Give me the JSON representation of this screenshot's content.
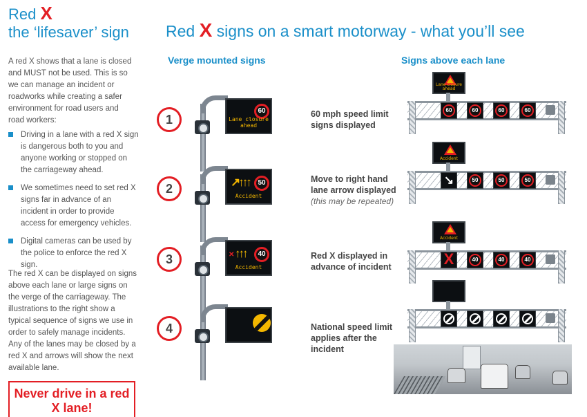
{
  "left": {
    "title_red": "Red",
    "title_x": "X",
    "title_line2": "the ‘lifesaver’ sign",
    "intro": "A red X shows that a lane is closed and MUST not be used. This is so we can manage an incident or roadworks while creating a safer environment for road users and road workers:",
    "bullets": [
      "Driving in a lane with a red X sign is dangerous both to you and anyone working or stopped on the carriageway ahead.",
      "We sometimes need to set red X signs far in advance of an incident in order to provide access for emergency vehicles.",
      "Digital cameras can be used by the police to enforce the red X sign."
    ],
    "outro": "The red X can be displayed on signs above each lane or large signs on the verge of the carriageway. The illustrations to the right show a typical sequence of signs we use in order to safely manage incidents. Any of the lanes may be closed by a red X and arrows will show the next available lane.",
    "callout": "Never drive in a red X lane!"
  },
  "header": {
    "part1": "Red",
    "x": "X",
    "part2": "signs on a smart motorway - what you’ll see"
  },
  "columns": {
    "verge": "Verge mounted signs",
    "above": "Signs above each lane"
  },
  "steps": [
    {
      "number": "1",
      "verge": {
        "speed": "60",
        "text_line1": "Lane closure",
        "text_line2": "ahead"
      },
      "gantry_caption": "60 mph speed limit signs displayed",
      "gantry_top": {
        "text_line1": "Lane closure",
        "text_line2": "ahead"
      },
      "lanes": [
        "60",
        "60",
        "60",
        "60"
      ]
    },
    {
      "number": "2",
      "verge": {
        "speed": "50",
        "text_line1": "Accident",
        "arrows": "↗↑↑↑"
      },
      "gantry_caption": "Move to right hand lane arrow displayed",
      "gantry_note": "(this may be repeated)",
      "gantry_top": {
        "text_line1": "Accident"
      },
      "lanes": [
        "↘",
        "50",
        "50",
        "50"
      ]
    },
    {
      "number": "3",
      "verge": {
        "speed": "40",
        "text_line1": "Accident",
        "lane_x": "✕",
        "arrows": "↑↑↑"
      },
      "gantry_caption": "Red X displayed in advance of incident",
      "gantry_top": {
        "text_line1": "Accident"
      },
      "lanes": [
        "X",
        "40",
        "40",
        "40"
      ]
    },
    {
      "number": "4",
      "verge": {},
      "gantry_caption": "National speed limit applies after the incident",
      "gantry_top": {},
      "lanes": [
        "nsl",
        "nsl",
        "nsl",
        "nsl"
      ]
    }
  ],
  "colors": {
    "brand_blue": "#1a8fc9",
    "red": "#e31e24",
    "amber": "#f4b700"
  }
}
